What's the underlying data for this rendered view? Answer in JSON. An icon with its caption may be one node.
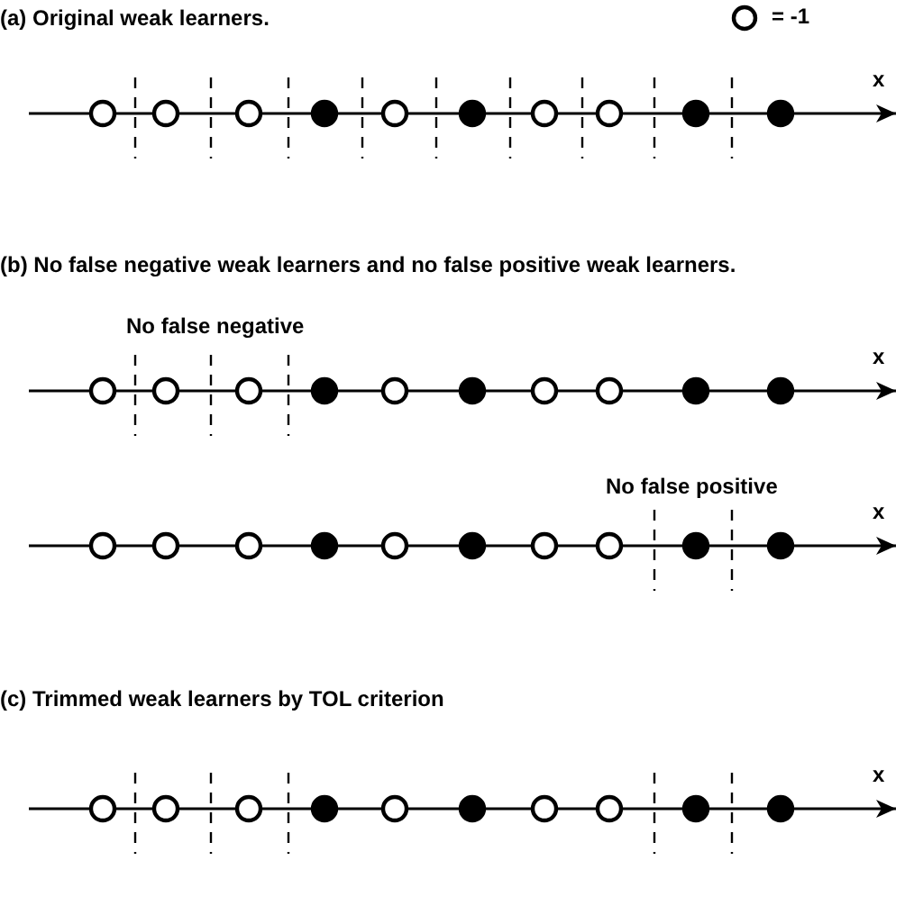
{
  "diagram": {
    "labels": [
      "(a)  Original weak learners.",
      "x",
      "(b)  No false negative weak learners and no false positive weak learners.",
      "No false negative",
      "x",
      "No false positive",
      "x",
      "(c) Trimmed weak learners by TOL criterion",
      "x"
    ],
    "legend": [
      {
        "text": "= -1"
      }
    ]
  }
}
